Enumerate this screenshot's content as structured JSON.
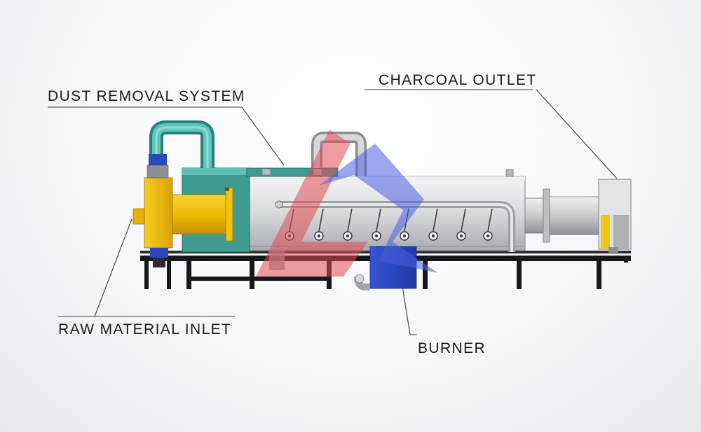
{
  "labels": {
    "dust_removal": "DUST REMOVAL SYSTEM",
    "charcoal_outlet": "CHARCOAL OUTLET",
    "raw_material_inlet": "RAW MATERIAL INLET",
    "burner": "BURNER"
  },
  "colors": {
    "frame": "#16181c",
    "drum": "#d8d9dc",
    "cyclone_body": "#f2c311",
    "dust_chamber": "#3f9c91",
    "dust_pipe": "#4fb7b0",
    "burner_box": "#2c4bd0",
    "watermark_red": "#e24a52",
    "watermark_blue": "#4a5ee0"
  }
}
